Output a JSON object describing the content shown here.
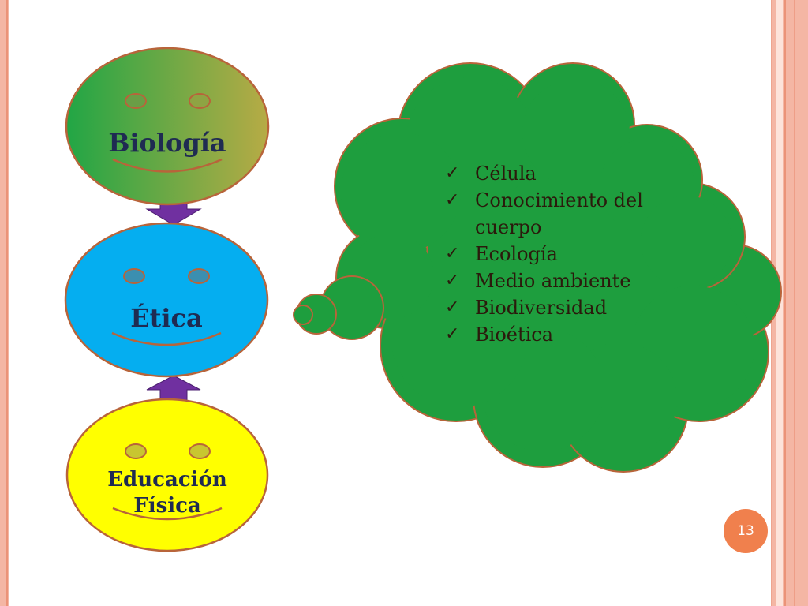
{
  "colors": {
    "frame": "#f4b6a4",
    "frame_line": "#e8876a",
    "face_outline": "#b8643a",
    "arrow": "#7030a0",
    "cloud_fill": "#1e9e3e",
    "cloud_outline": "#b8643a",
    "biologia_fill_left": "#21a645",
    "biologia_fill_right": "#b7ab45",
    "etica_fill": "#05aef0",
    "educacion_fill": "#ffff00",
    "label_text": "#1f2b52",
    "badge": "#f0804d"
  },
  "faces": [
    {
      "id": "biologia",
      "lines": [
        "Biología"
      ]
    },
    {
      "id": "etica",
      "lines": [
        "Ética"
      ]
    },
    {
      "id": "educacion-fisica",
      "lines": [
        "Educación",
        "Física"
      ]
    }
  ],
  "cloud": {
    "items": [
      "Célula",
      "Conocimiento del cuerpo",
      "Ecología",
      "Medio ambiente",
      "Biodiversidad",
      "Bioética"
    ]
  },
  "icons": {
    "check": "check-mark-icon"
  },
  "page_number": "13"
}
